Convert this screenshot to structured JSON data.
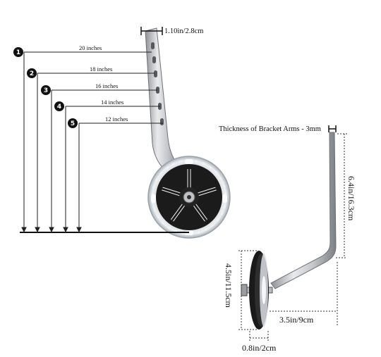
{
  "diagram": {
    "width_labels": [
      {
        "marker": "1",
        "text": "20 inches"
      },
      {
        "marker": "2",
        "text": "18 inches"
      },
      {
        "marker": "3",
        "text": "16 inches"
      },
      {
        "marker": "4",
        "text": "14 inches"
      },
      {
        "marker": "5",
        "text": "12 inches"
      }
    ],
    "bracket_width": "1.10in/2.8cm",
    "bracket_thickness": "Thickness of Bracket Arms - 3mm",
    "arm_height": "6.4in/16.3cm",
    "wheel_diameter": "4.5in/11.5cm",
    "horizontal_reach": "3.5in/9cm",
    "wheel_width": "0.8in/2cm"
  }
}
